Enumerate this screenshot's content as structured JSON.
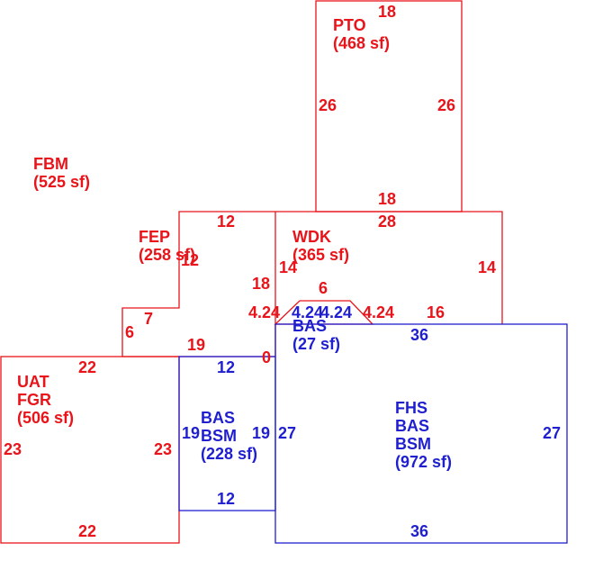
{
  "colors": {
    "exterior_red": "#e8141a",
    "interior_blue": "#1f1fd0"
  },
  "areas": {
    "pto": [
      "PTO",
      "(468 sf)"
    ],
    "fbm": [
      "FBM",
      "(525 sf)"
    ],
    "fep": [
      "FEP",
      "(258 sf)"
    ],
    "wdk": [
      "WDK",
      "(365 sf)"
    ],
    "bas_small": [
      "BAS",
      "(27 sf)"
    ],
    "uat_fgr": [
      "UAT",
      "FGR",
      "(506 sf)"
    ],
    "bas_bsm": [
      "BAS",
      "BSM",
      "(228 sf)"
    ],
    "fhs_bas_bsm": [
      "FHS",
      "BAS",
      "BSM",
      "(972 sf)"
    ]
  },
  "dims": {
    "pto_top": "18",
    "pto_left": "26",
    "pto_right": "26",
    "pto_bottom": "18",
    "wdk_top": "28",
    "wdk_right": "14",
    "wdk_left": "14",
    "wdk_bottom": "16",
    "wdk_diag_left": "4.24",
    "wdk_diag_right": "4.24",
    "wdk_notch": "6",
    "bay_diag_left": "4.24",
    "bay_diag_right": "4.24",
    "fep_top": "12",
    "fep_inner": "12",
    "fep_right": "18",
    "fep_step": "7",
    "fep_left": "6",
    "fep_bottom": "19",
    "zero": "0",
    "uat_top": "22",
    "uat_left": "23",
    "uat_right": "23",
    "uat_bottom": "22",
    "bas_top": "12",
    "bas_left": "19",
    "bas_right": "19",
    "bas_bottom": "12",
    "fhs_top": "36",
    "fhs_left": "27",
    "fhs_right": "27",
    "fhs_bottom": "36"
  }
}
